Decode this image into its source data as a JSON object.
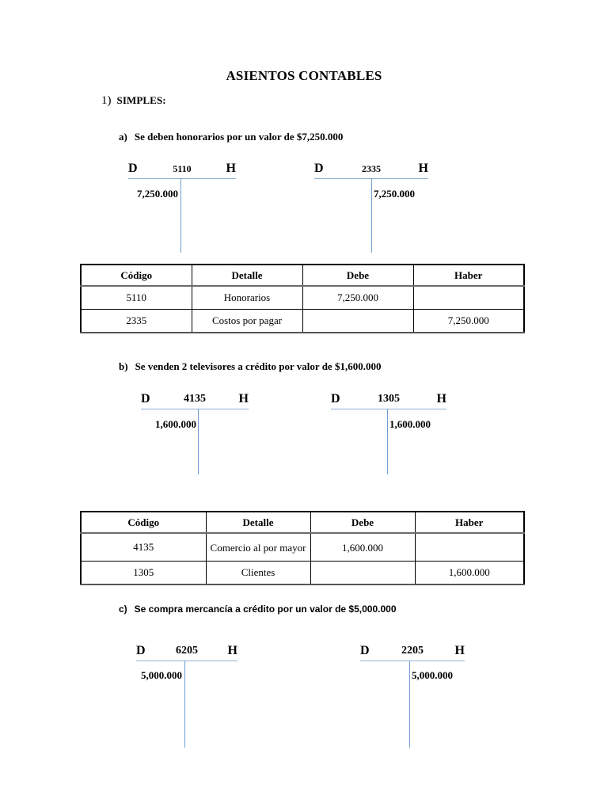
{
  "document": {
    "title": "ASIENTOS CONTABLES",
    "section": {
      "number": "1)",
      "label": "SIMPLES:"
    }
  },
  "colors": {
    "taccount_line": "#8fb0d3",
    "taccount_stem": "#6f9fd0",
    "table_border": "#000000",
    "header_rule": "#6b6b6b",
    "text": "#000000",
    "page_background": "#ffffff"
  },
  "table_headers": [
    "Código",
    "Detalle",
    "Debe",
    "Haber"
  ],
  "entries": [
    {
      "marker": "a)",
      "statement": "Se deben honorarios por un valor de $7,250.000",
      "font": "serif",
      "taccounts": [
        {
          "debit_label": "D",
          "credit_label": "H",
          "code": "5110",
          "debit_amount": "7,250.000",
          "credit_amount": ""
        },
        {
          "debit_label": "D",
          "credit_label": "H",
          "code": "2335",
          "debit_amount": "",
          "credit_amount": "7,250.000"
        }
      ],
      "table": {
        "headers": [
          "Código",
          "Detalle",
          "Debe",
          "Haber"
        ],
        "rows": [
          {
            "codigo": "5110",
            "detalle": "Honorarios",
            "debe": "7,250.000",
            "haber": ""
          },
          {
            "codigo": "2335",
            "detalle": "Costos por pagar",
            "debe": "",
            "haber": "7,250.000"
          }
        ]
      }
    },
    {
      "marker": "b)",
      "statement": "Se venden 2 televisores a crédito por valor de $1,600.000",
      "font": "serif",
      "taccounts": [
        {
          "debit_label": "D",
          "credit_label": "H",
          "code": "4135",
          "debit_amount": "1,600.000",
          "credit_amount": ""
        },
        {
          "debit_label": "D",
          "credit_label": "H",
          "code": "1305",
          "debit_amount": "",
          "credit_amount": "1,600.000"
        }
      ],
      "table": {
        "headers": [
          "Código",
          "Detalle",
          "Debe",
          "Haber"
        ],
        "rows": [
          {
            "codigo": "4135",
            "detalle": "Comercio al por mayor",
            "debe": "1,600.000",
            "haber": ""
          },
          {
            "codigo": "1305",
            "detalle": "Clientes",
            "debe": "",
            "haber": "1,600.000"
          }
        ]
      }
    },
    {
      "marker": "c)",
      "statement": "Se compra mercancía a crédito por un valor de $5,000.000",
      "font": "sans",
      "taccounts": [
        {
          "debit_label": "D",
          "credit_label": "H",
          "code": "6205",
          "debit_amount": "5,000.000",
          "credit_amount": ""
        },
        {
          "debit_label": "D",
          "credit_label": "H",
          "code": "2205",
          "debit_amount": "",
          "credit_amount": "5,000.000"
        }
      ],
      "table": null
    }
  ]
}
